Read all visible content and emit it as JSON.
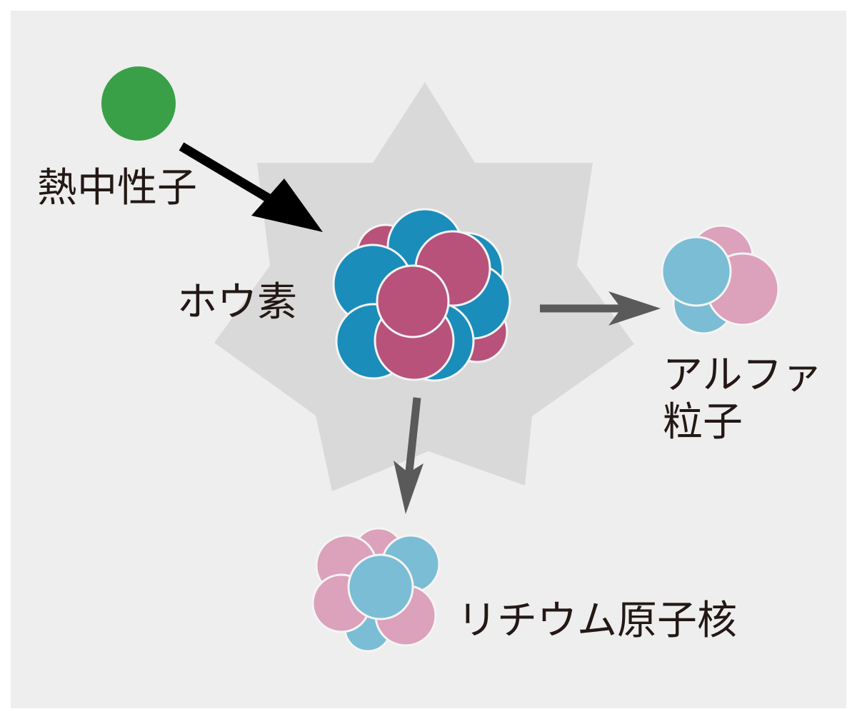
{
  "labels": {
    "neutron": "熱中性子",
    "boron": "ホウ素",
    "alpha_line1": "アルファ",
    "alpha_line2": "粒子",
    "lithium": "リチウム原子核"
  },
  "colors": {
    "background": "#eeeeee",
    "burst": "#d9d9d9",
    "neutron": "#3aa047",
    "boron_blue": "#1a8dbb",
    "boron_magenta": "#b8527a",
    "product_blue": "#7bbdd5",
    "product_pink": "#dca1bb",
    "incoming_arrow": "#000000",
    "product_arrow": "#5a5a5a",
    "text": "#231815"
  },
  "icons": {
    "neutron": "green-circle",
    "boron_nucleus": "atom-cluster-icon",
    "alpha_particle": "atom-cluster-icon",
    "lithium_nucleus": "atom-cluster-icon"
  }
}
